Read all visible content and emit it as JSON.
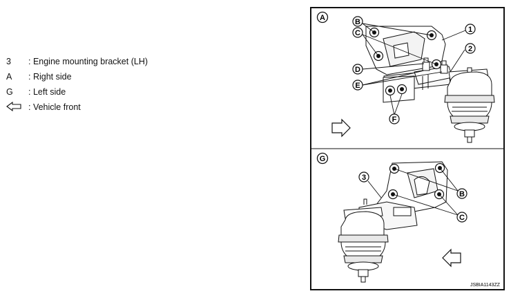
{
  "legend": {
    "items": [
      {
        "key": "3",
        "text": ": Engine mounting bracket (LH)"
      },
      {
        "key": "A",
        "text": ": Right side"
      },
      {
        "key": "G",
        "text": ": Left side"
      },
      {
        "key": "",
        "key_icon": "arrow-left-outline-icon",
        "text": ": Vehicle front"
      }
    ]
  },
  "panel_right": {
    "view_label": "A",
    "callouts": {
      "one": "1",
      "two": "2",
      "b": "B",
      "c": "C",
      "d": "D",
      "e": "E",
      "f": "F"
    },
    "direction_icon": "arrow-right-outline-icon"
  },
  "panel_left": {
    "view_label": "G",
    "callouts": {
      "three": "3",
      "b": "B",
      "c": "C"
    },
    "direction_icon": "arrow-left-outline-icon"
  },
  "figure_code": "JSBIA1143ZZ"
}
